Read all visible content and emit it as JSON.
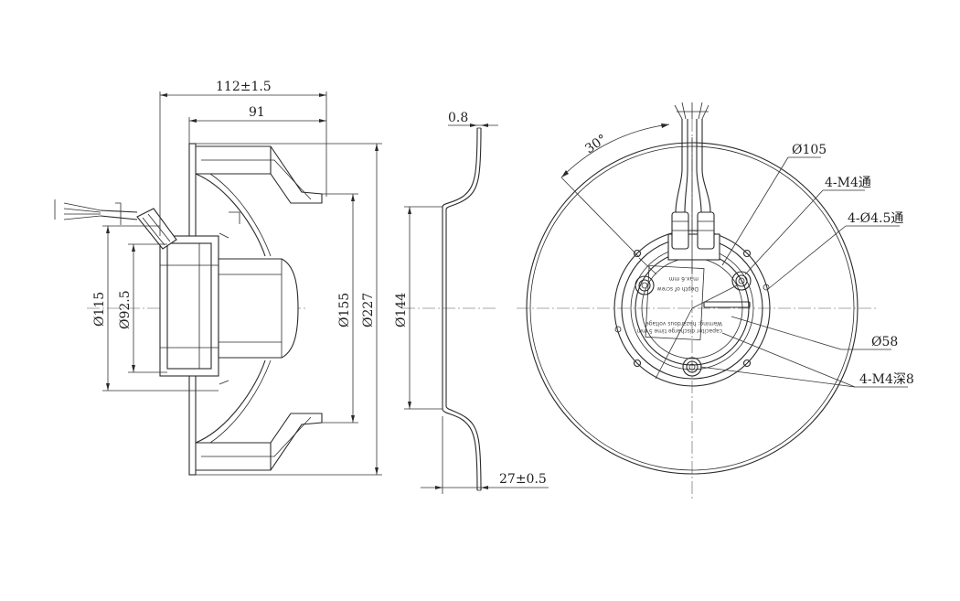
{
  "dimensions": {
    "overall_depth": "112±1.5",
    "impeller_depth": "91",
    "inlet_thickness": "0.8",
    "inlet_depth": "27±0.5",
    "motor_dia": "Ø115",
    "motor_hub_dia": "Ø92.5",
    "inlet_dia": "Ø155",
    "impeller_dia": "Ø227",
    "inlet_ring_dia": "Ø144",
    "angle": "30°",
    "bolt_circle": "Ø105",
    "through_holes": "4-M4通",
    "mount_holes": "4-Ø4.5通",
    "center_dia": "Ø58",
    "threaded_holes": "4-M4深8"
  },
  "label_text": {
    "line1": "max.6 mm",
    "line2": "Depth of screw",
    "line3": "Warning: hazardous voltage",
    "line4": "capacitor discharge time 5 min"
  }
}
